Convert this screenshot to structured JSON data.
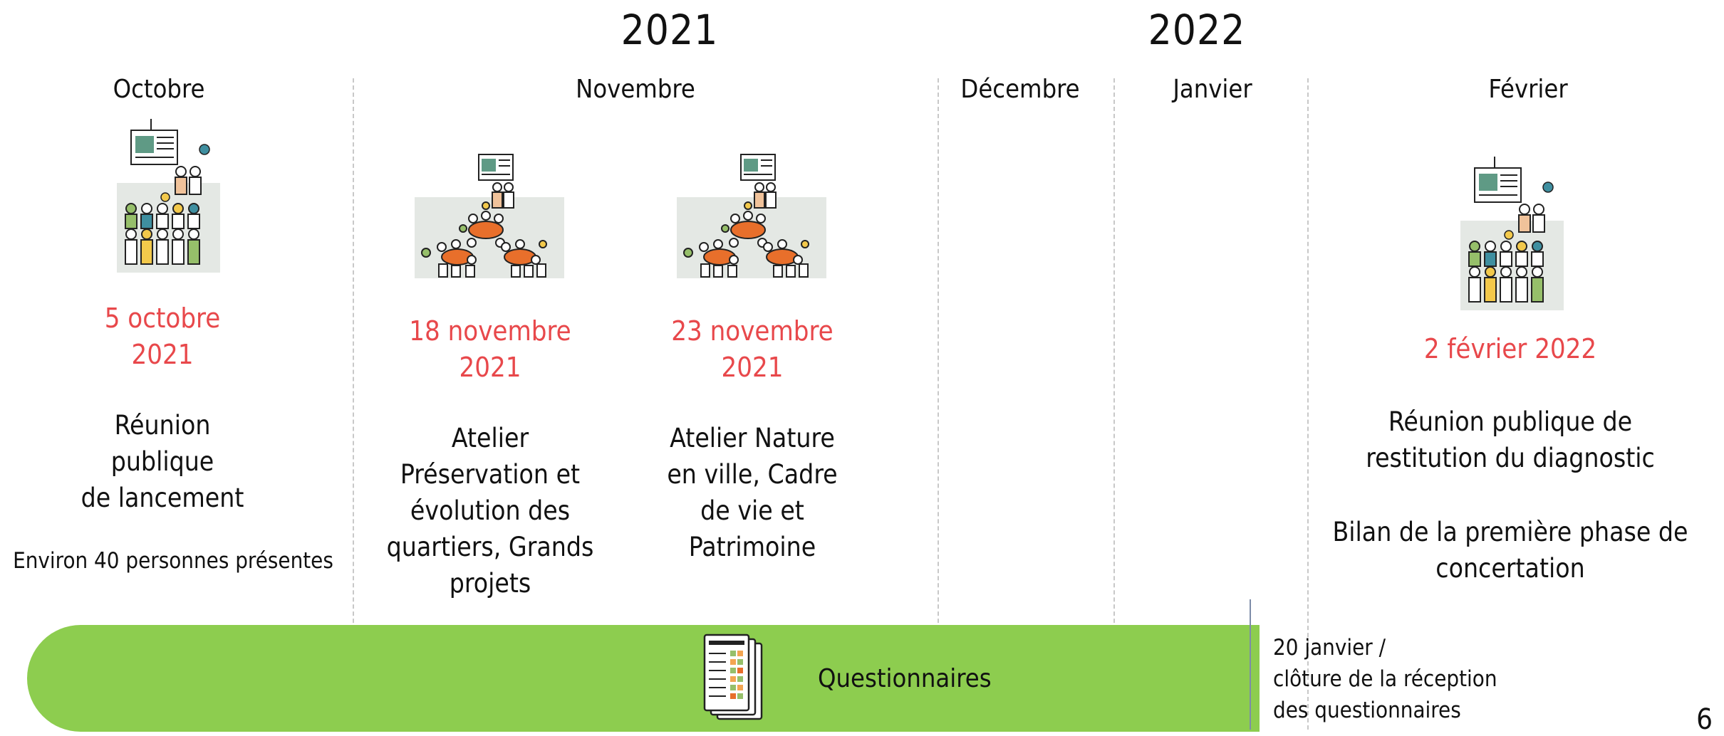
{
  "timeline": {
    "years": [
      "2021",
      "2022"
    ],
    "months": [
      "Octobre",
      "Novembre",
      "Décembre",
      "Janvier",
      "Février"
    ]
  },
  "events": [
    {
      "date": "5 octobre\n2021",
      "title": "Réunion\npublique\nde lancement",
      "note": "Environ 40 personnes présentes",
      "icon": "public-meeting-icon"
    },
    {
      "date": "18 novembre\n2021",
      "title": "Atelier\nPréservation et\névolution des\nquartiers, Grands\nprojets",
      "icon": "workshop-icon"
    },
    {
      "date": "23 novembre\n2021",
      "title": "Atelier Nature\nen ville, Cadre\nde vie et\nPatrimoine",
      "icon": "workshop-icon"
    },
    {
      "date": "2 février 2022",
      "title": "Réunion publique de\nrestitution du diagnostic",
      "subtitle": "Bilan de la première phase de\nconcertation",
      "icon": "public-meeting-icon"
    }
  ],
  "questionnaires": {
    "label": "Questionnaires",
    "icon": "documents-icon",
    "closing_note": "20 janvier /\nclôture de la réception\ndes questionnaires"
  },
  "page_number": "6",
  "colors": {
    "date": "#e8484b",
    "bar": "#8dcd4f",
    "divider": "#c8c8c8"
  }
}
